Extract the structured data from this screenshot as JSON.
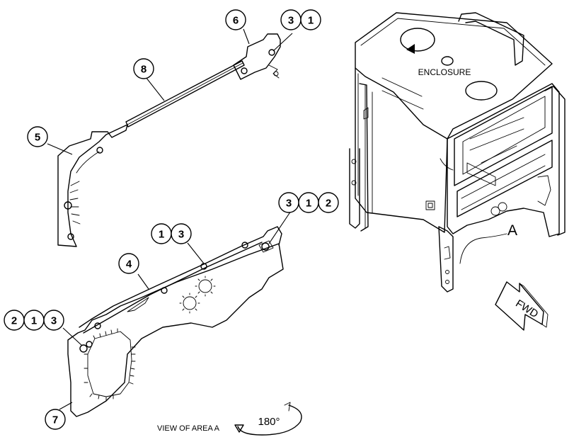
{
  "labels": {
    "enclosure": "ENCLOSURE",
    "area": "A",
    "fwd": "FWD",
    "view": "VIEW OF AREA A",
    "rotation": "180°"
  },
  "callouts": {
    "part6": "6",
    "part8": "8",
    "part5": "5",
    "part4": "4",
    "part7": "7",
    "top_group": [
      "3",
      "1"
    ],
    "mid_group": [
      "1",
      "3"
    ],
    "right_group": [
      "3",
      "1",
      "2"
    ],
    "left_group": [
      "2",
      "1",
      "3"
    ]
  }
}
